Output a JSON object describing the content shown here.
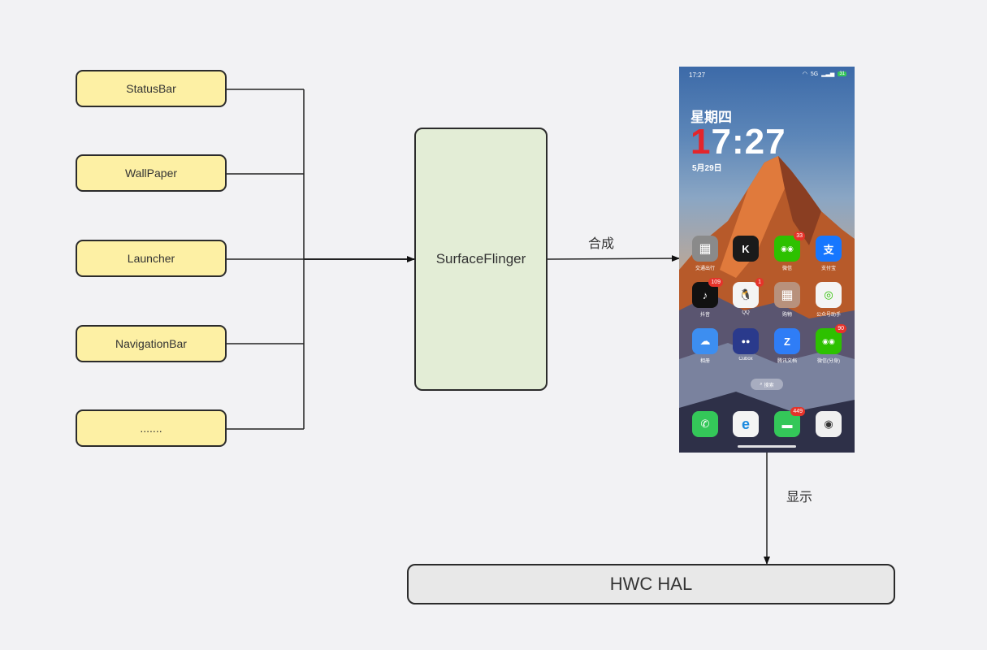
{
  "diagram": {
    "layers": [
      {
        "label": "StatusBar"
      },
      {
        "label": "WallPaper"
      },
      {
        "label": "Launcher"
      },
      {
        "label": "NavigationBar"
      },
      {
        "label": "......."
      }
    ],
    "compositor": {
      "label": "SurfaceFlinger"
    },
    "compose_label": "合成",
    "display_label": "显示",
    "hal": {
      "label": "HWC HAL"
    }
  },
  "phone": {
    "status_time": "17:27",
    "signal": "5G",
    "battery": "31",
    "weekday": "星期四",
    "clock_first": "1",
    "clock_rest": "7:27",
    "date": "5月29日",
    "search": "搜索",
    "apps": [
      {
        "label": "交通出行",
        "icon": "folder-icon",
        "color": "#8a8a8a",
        "badge": ""
      },
      {
        "label": "",
        "icon": "ikf-icon",
        "color": "#1a1a1a",
        "glyph": "K",
        "badge": ""
      },
      {
        "label": "微信",
        "icon": "wechat-icon",
        "color": "#2dc100",
        "badge": "33"
      },
      {
        "label": "支付宝",
        "icon": "alipay-icon",
        "color": "#1677ff",
        "glyph": "支",
        "badge": ""
      },
      {
        "label": "抖音",
        "icon": "douyin-icon",
        "color": "#111111",
        "glyph": "♪",
        "badge": "109"
      },
      {
        "label": "QQ",
        "icon": "qq-icon",
        "color": "#f4f4f4",
        "badge": "1"
      },
      {
        "label": "购物",
        "icon": "shopping-folder-icon",
        "color": "#b8917c",
        "badge": ""
      },
      {
        "label": "公众号助手",
        "icon": "mp-assistant-icon",
        "color": "#f4f4f4",
        "badge": ""
      },
      {
        "label": "相册",
        "icon": "photos-icon",
        "color": "#3d8ef0",
        "badge": ""
      },
      {
        "label": "Cubox",
        "icon": "cubox-icon",
        "color": "#2a3a8c",
        "badge": ""
      },
      {
        "label": "腾讯文档",
        "icon": "tencent-docs-icon",
        "color": "#2f7df6",
        "glyph": "Z",
        "badge": ""
      },
      {
        "label": "微信(分身)",
        "icon": "wechat-clone-icon",
        "color": "#2dc100",
        "badge": "90"
      }
    ],
    "dock": [
      {
        "icon": "phone-icon",
        "color": "#34c759",
        "glyph": "✆",
        "badge": ""
      },
      {
        "icon": "edge-icon",
        "color": "#f4f4f4",
        "badge": ""
      },
      {
        "icon": "messages-icon",
        "color": "#34c759",
        "glyph": "▬",
        "badge": "449"
      },
      {
        "icon": "camera-icon",
        "color": "#f0f0f0",
        "glyph": "◉",
        "badge": ""
      }
    ]
  },
  "colors": {
    "layer_fill": "#fdf0a4",
    "compositor_fill": "#e3edd6",
    "hal_fill": "#e8e8e8",
    "line": "#2b2b2b"
  }
}
